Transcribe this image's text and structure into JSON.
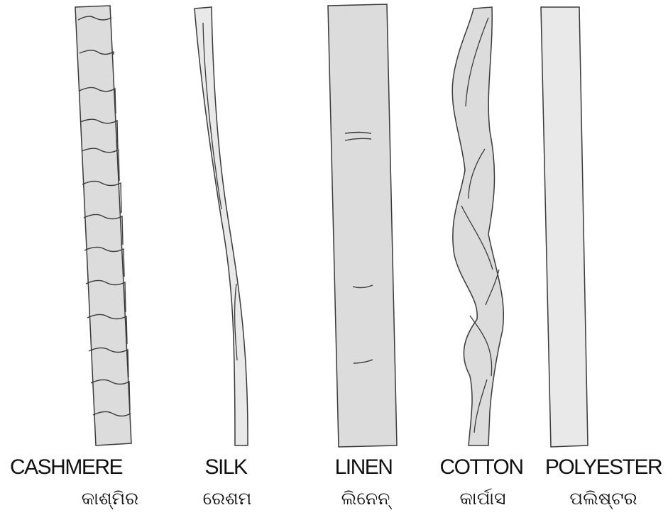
{
  "fibers": [
    {
      "id": "cashmere",
      "label_en": "CASHMERE",
      "label_or": "କାଶ୍ମିର"
    },
    {
      "id": "silk",
      "label_en": "SILK",
      "label_or": "ରେଶମ"
    },
    {
      "id": "linen",
      "label_en": "LINEN",
      "label_or": "ଲିନେନ୍"
    },
    {
      "id": "cotton",
      "label_en": "COTTON",
      "label_or": "କାର୍ପାସ"
    },
    {
      "id": "polyester",
      "label_en": "POLYESTER",
      "label_or": "ପଲିଷ୍ଟର"
    }
  ],
  "colors": {
    "fill_dark": "#dcdcdc",
    "fill_light": "#e9e9e9",
    "stroke": "#3a3a3a"
  }
}
